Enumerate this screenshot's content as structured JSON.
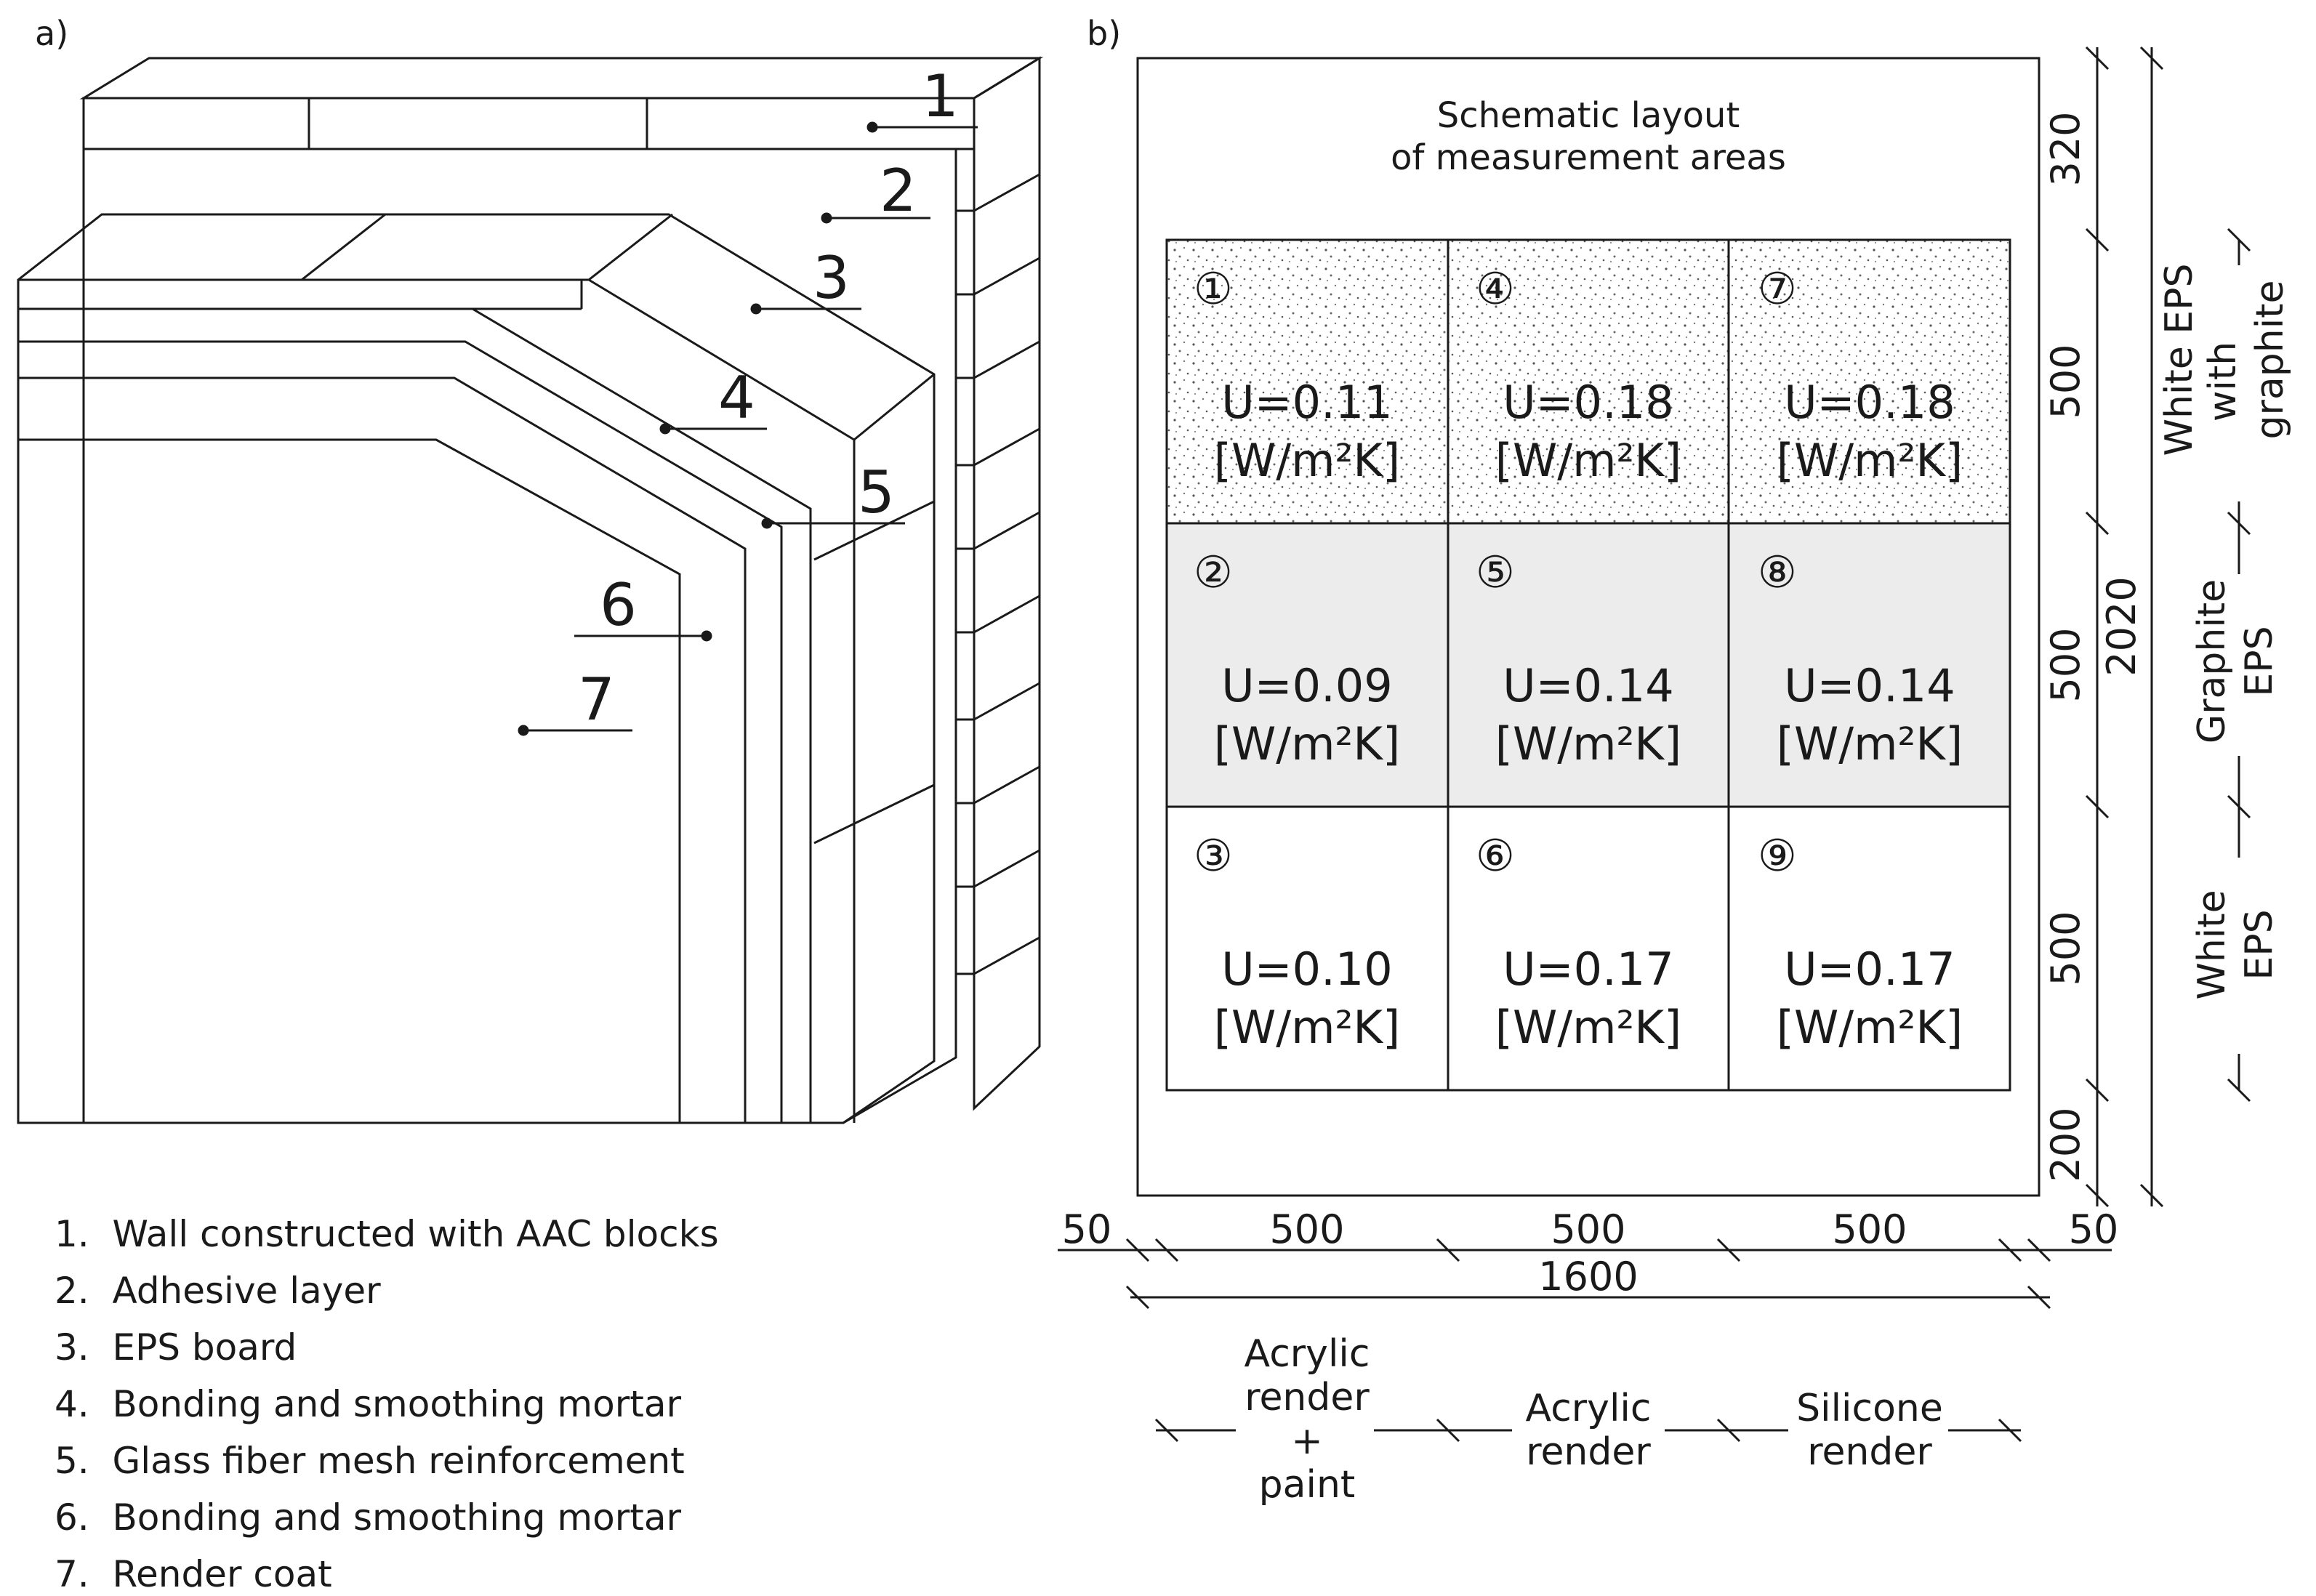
{
  "panel_a": {
    "label": "a)",
    "layer_callouts": [
      "1",
      "2",
      "3",
      "4",
      "5",
      "6",
      "7"
    ],
    "legend": [
      "1.  Wall constructed with AAC blocks",
      "2.  Adhesive layer",
      "3.  EPS board",
      "4.  Bonding and smoothing mortar",
      "5.  Glass fiber mesh reinforcement",
      "6.  Bonding and smoothing mortar",
      "7.  Render coat"
    ]
  },
  "panel_b": {
    "label": "b)",
    "title_line1": "Schematic layout",
    "title_line2": "of measurement areas",
    "cells": [
      {
        "number": "①",
        "u": "U=0.11",
        "unit": "[W/m²K]"
      },
      {
        "number": "④",
        "u": "U=0.18",
        "unit": "[W/m²K]"
      },
      {
        "number": "⑦",
        "u": "U=0.18",
        "unit": "[W/m²K]"
      },
      {
        "number": "②",
        "u": "U=0.09",
        "unit": "[W/m²K]"
      },
      {
        "number": "⑤",
        "u": "U=0.14",
        "unit": "[W/m²K]"
      },
      {
        "number": "⑧",
        "u": "U=0.14",
        "unit": "[W/m²K]"
      },
      {
        "number": "③",
        "u": "U=0.10",
        "unit": "[W/m²K]"
      },
      {
        "number": "⑥",
        "u": "U=0.17",
        "unit": "[W/m²K]"
      },
      {
        "number": "⑨",
        "u": "U=0.17",
        "unit": "[W/m²K]"
      }
    ],
    "bottom_dims": [
      "50",
      "500",
      "500",
      "500",
      "50"
    ],
    "bottom_total": "1600",
    "right_dims": [
      "320",
      "500",
      "500",
      "500",
      "200"
    ],
    "right_total": "2020",
    "render_labels": [
      [
        "Acrylic",
        "render",
        "+",
        "paint"
      ],
      [
        "Acrylic",
        "render"
      ],
      [
        "Silicone",
        "render"
      ]
    ],
    "eps_labels": [
      [
        "White EPS",
        "with",
        "graphite"
      ],
      [
        "Graphite",
        "EPS"
      ],
      [
        "White",
        "EPS"
      ]
    ]
  },
  "colors": {
    "render_coat": "#fbf0dc",
    "adhesive_gray": "#ededed",
    "stroke": "#1a1a1a"
  }
}
